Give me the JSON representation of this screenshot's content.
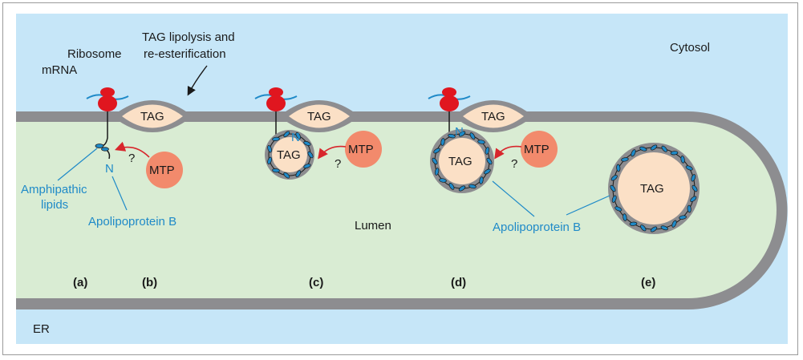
{
  "colors": {
    "cytosol": "#c6e6f8",
    "lumen": "#d9ecd3",
    "membrane": "#8d8d90",
    "tag_fill": "#fbe0c6",
    "mtp_fill": "#f28a6c",
    "ribosome": "#e0161f",
    "apob": "#1f8ac8",
    "arrow_red": "#d8262c",
    "label_blue": "#1f8ac8"
  },
  "labels": {
    "cytosol": "Cytosol",
    "er": "ER",
    "lumen": "Lumen",
    "ribosome": "Ribosome",
    "mrna": "mRNA",
    "tag_lipolysis_line1": "TAG lipolysis and",
    "tag_lipolysis_line2": "re-esterification",
    "amphipathic_line1": "Amphipathic",
    "amphipathic_line2": "lipids",
    "apolipoprotein_b": "Apolipoprotein B",
    "tag": "TAG",
    "mtp": "MTP",
    "question": "?",
    "n_terminus": "N"
  },
  "panels": [
    "(a)",
    "(b)",
    "(c)",
    "(d)",
    "(e)"
  ]
}
